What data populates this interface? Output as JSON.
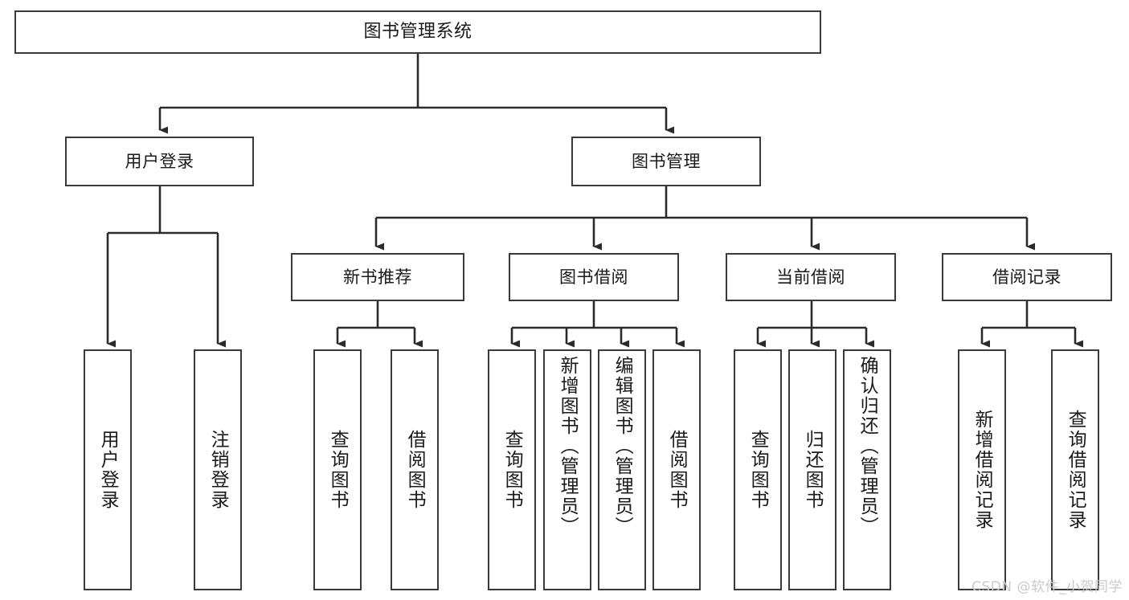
{
  "diagram": {
    "title": "图书管理系统",
    "type": "tree",
    "orientation": "top-down",
    "colors": {
      "box_border": "#3a3a3a",
      "box_fill": "#ffffff",
      "edge": "#2b2b2b",
      "text": "#1a1a1a",
      "watermark": "#c9c9c9",
      "background": "#ffffff"
    },
    "watermark": "CSDN @软件_小贺同学",
    "nodes": {
      "root": {
        "label": "图书管理系统"
      },
      "level1": [
        {
          "id": "user-login",
          "label": "用户登录"
        },
        {
          "id": "book-manage",
          "label": "图书管理"
        }
      ],
      "level2": [
        {
          "id": "new-book-rec",
          "label": "新书推荐"
        },
        {
          "id": "book-borrow",
          "label": "图书借阅"
        },
        {
          "id": "current-borrow",
          "label": "当前借阅"
        },
        {
          "id": "borrow-record",
          "label": "借阅记录"
        }
      ],
      "leaves": {
        "user-login": [
          {
            "id": "leaf-user-login",
            "label": "用户登录"
          },
          {
            "id": "leaf-user-logout",
            "label": "注销登录"
          }
        ],
        "new-book-rec": [
          {
            "id": "leaf-query-book-1",
            "label": "查询图书"
          },
          {
            "id": "leaf-borrow-book-1",
            "label": "借阅图书"
          }
        ],
        "book-borrow": [
          {
            "id": "leaf-query-book-2",
            "label": "查询图书"
          },
          {
            "id": "leaf-add-book",
            "label": "新增图书（管理员）"
          },
          {
            "id": "leaf-edit-book",
            "label": "编辑图书（管理员）"
          },
          {
            "id": "leaf-borrow-book-2",
            "label": "借阅图书"
          }
        ],
        "current-borrow": [
          {
            "id": "leaf-query-book-3",
            "label": "查询图书"
          },
          {
            "id": "leaf-return-book",
            "label": "归还图书"
          },
          {
            "id": "leaf-confirm-return",
            "label": "确认归还（管理员）"
          }
        ],
        "borrow-record": [
          {
            "id": "leaf-add-record",
            "label": "新增借阅记录"
          },
          {
            "id": "leaf-query-record",
            "label": "查询借阅记录"
          }
        ]
      }
    }
  }
}
